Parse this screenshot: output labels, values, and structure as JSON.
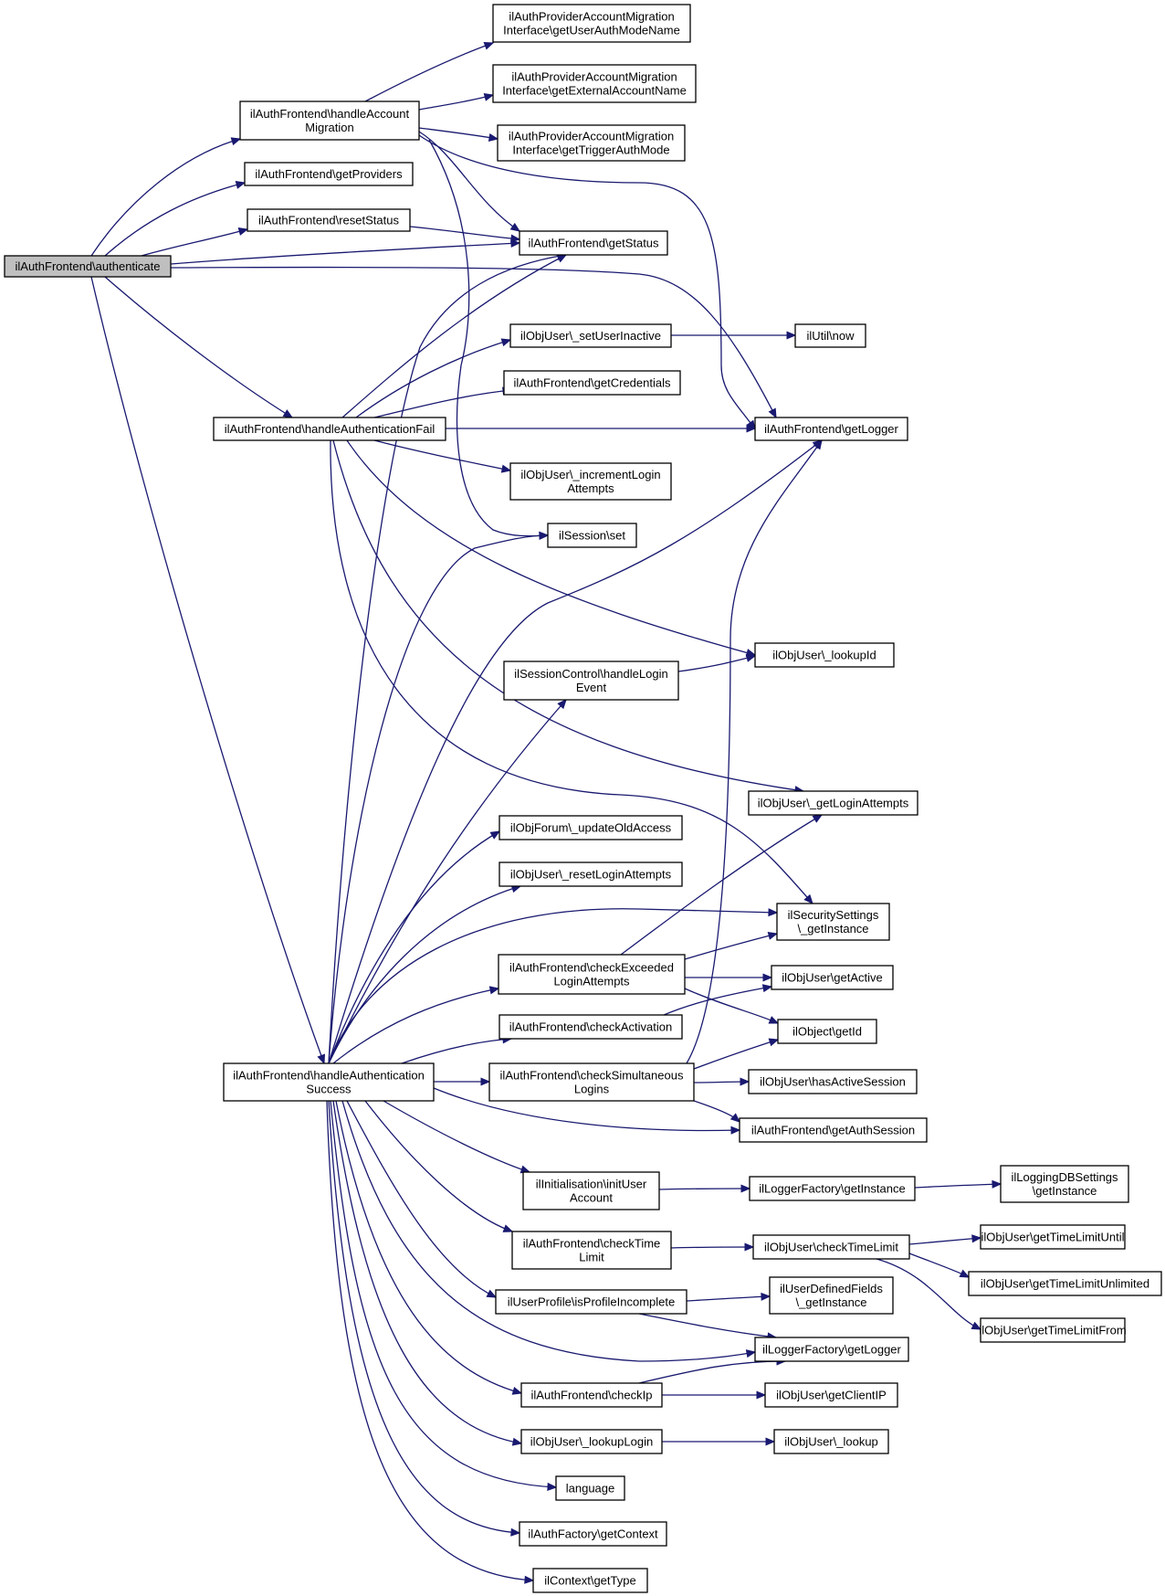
{
  "diagram": {
    "title": "",
    "colors": {
      "edge": "#191970",
      "node_border": "#000000",
      "root_fill": "#bfbfbf",
      "node_fill": "#ffffff"
    },
    "nodes": {
      "auth": [
        "ilAuthFrontend\\authenticate"
      ],
      "hamig": [
        "ilAuthFrontend\\handleAccount",
        "Migration"
      ],
      "guam": [
        "ilAuthProviderAccountMigration",
        "Interface\\getUserAuthModeName"
      ],
      "gean": [
        "ilAuthProviderAccountMigration",
        "Interface\\getExternalAccountName"
      ],
      "gtam": [
        "ilAuthProviderAccountMigration",
        "Interface\\getTriggerAuthMode"
      ],
      "gprov": [
        "ilAuthFrontend\\getProviders"
      ],
      "rstat": [
        "ilAuthFrontend\\resetStatus"
      ],
      "gstat": [
        "ilAuthFrontend\\getStatus"
      ],
      "suin": [
        "ilObjUser\\_setUserInactive"
      ],
      "now": [
        "ilUtil\\now"
      ],
      "gcred": [
        "ilAuthFrontend\\getCredentials"
      ],
      "haf": [
        "ilAuthFrontend\\handleAuthenticationFail"
      ],
      "glog": [
        "ilAuthFrontend\\getLogger"
      ],
      "ila": [
        "ilObjUser\\_incrementLogin",
        "Attempts"
      ],
      "sset": [
        "ilSession\\set"
      ],
      "lid": [
        "ilObjUser\\_lookupId"
      ],
      "scle": [
        "ilSessionControl\\handleLogin",
        "Event"
      ],
      "gla": [
        "ilObjUser\\_getLoginAttempts"
      ],
      "fuoa": [
        "ilObjForum\\_updateOldAccess"
      ],
      "rla": [
        "ilObjUser\\_resetLoginAttempts"
      ],
      "ssgi": [
        "ilSecuritySettings",
        "\\_getInstance"
      ],
      "cela": [
        "ilAuthFrontend\\checkExceeded",
        "LoginAttempts"
      ],
      "gact": [
        "ilObjUser\\getActive"
      ],
      "cact": [
        "ilAuthFrontend\\checkActivation"
      ],
      "ogid": [
        "ilObject\\getId"
      ],
      "has": [
        "ilAuthFrontend\\handleAuthentication",
        "Success"
      ],
      "csl": [
        "ilAuthFrontend\\checkSimultaneous",
        "Logins"
      ],
      "hasact": [
        "ilObjUser\\hasActiveSession"
      ],
      "gas": [
        "ilAuthFrontend\\getAuthSession"
      ],
      "iua": [
        "ilInitialisation\\initUser",
        "Account"
      ],
      "lfgi": [
        "ilLoggerFactory\\getInstance"
      ],
      "ldgi": [
        "ilLoggingDBSettings",
        "\\getInstance"
      ],
      "ctl": [
        "ilAuthFrontend\\checkTime",
        "Limit"
      ],
      "uctl": [
        "ilObjUser\\checkTimeLimit"
      ],
      "tlu": [
        "ilObjUser\\getTimeLimitUntil"
      ],
      "tlun": [
        "ilObjUser\\getTimeLimitUnlimited"
      ],
      "tlf": [
        "ilObjUser\\getTimeLimitFrom"
      ],
      "upi": [
        "ilUserProfile\\isProfileIncomplete"
      ],
      "udf": [
        "ilUserDefinedFields",
        "\\_getInstance"
      ],
      "lfgl": [
        "ilLoggerFactory\\getLogger"
      ],
      "cip": [
        "ilAuthFrontend\\checkIp"
      ],
      "gcip": [
        "ilObjUser\\getClientIP"
      ],
      "llog": [
        "ilObjUser\\_lookupLogin"
      ],
      "lkp": [
        "ilObjUser\\_lookup"
      ],
      "lang": [
        "language"
      ],
      "afgc": [
        "ilAuthFactory\\getContext"
      ],
      "cgt": [
        "ilContext\\getType"
      ]
    },
    "edges": [
      [
        "auth",
        "hamig"
      ],
      [
        "auth",
        "gprov"
      ],
      [
        "auth",
        "rstat"
      ],
      [
        "auth",
        "gstat"
      ],
      [
        "auth",
        "glog"
      ],
      [
        "auth",
        "haf"
      ],
      [
        "auth",
        "has"
      ],
      [
        "hamig",
        "guam"
      ],
      [
        "hamig",
        "gean"
      ],
      [
        "hamig",
        "gtam"
      ],
      [
        "hamig",
        "gstat"
      ],
      [
        "hamig",
        "glog"
      ],
      [
        "hamig",
        "sset"
      ],
      [
        "rstat",
        "gstat"
      ],
      [
        "suin",
        "now"
      ],
      [
        "haf",
        "gstat"
      ],
      [
        "haf",
        "suin"
      ],
      [
        "haf",
        "gcred"
      ],
      [
        "haf",
        "glog"
      ],
      [
        "haf",
        "ila"
      ],
      [
        "haf",
        "lid"
      ],
      [
        "haf",
        "gla"
      ],
      [
        "haf",
        "ssgi"
      ],
      [
        "has",
        "gstat"
      ],
      [
        "has",
        "sset"
      ],
      [
        "has",
        "glog"
      ],
      [
        "has",
        "scle"
      ],
      [
        "has",
        "fuoa"
      ],
      [
        "has",
        "rla"
      ],
      [
        "has",
        "ssgi"
      ],
      [
        "has",
        "cela"
      ],
      [
        "has",
        "cact"
      ],
      [
        "has",
        "csl"
      ],
      [
        "has",
        "gas"
      ],
      [
        "has",
        "iua"
      ],
      [
        "has",
        "ctl"
      ],
      [
        "has",
        "upi"
      ],
      [
        "has",
        "lfgl"
      ],
      [
        "has",
        "cip"
      ],
      [
        "has",
        "llog"
      ],
      [
        "has",
        "lang"
      ],
      [
        "has",
        "afgc"
      ],
      [
        "has",
        "cgt"
      ],
      [
        "scle",
        "lid"
      ],
      [
        "cela",
        "gla"
      ],
      [
        "cela",
        "ssgi"
      ],
      [
        "cela",
        "gact"
      ],
      [
        "cela",
        "ogid"
      ],
      [
        "cact",
        "gact"
      ],
      [
        "csl",
        "glog"
      ],
      [
        "csl",
        "ogid"
      ],
      [
        "csl",
        "hasact"
      ],
      [
        "csl",
        "gas"
      ],
      [
        "iua",
        "lfgi"
      ],
      [
        "lfgi",
        "ldgi"
      ],
      [
        "ctl",
        "uctl"
      ],
      [
        "uctl",
        "tlu"
      ],
      [
        "uctl",
        "tlun"
      ],
      [
        "uctl",
        "tlf"
      ],
      [
        "upi",
        "udf"
      ],
      [
        "upi",
        "lfgl"
      ],
      [
        "cip",
        "lfgl"
      ],
      [
        "cip",
        "gcip"
      ],
      [
        "llog",
        "lkp"
      ]
    ]
  }
}
